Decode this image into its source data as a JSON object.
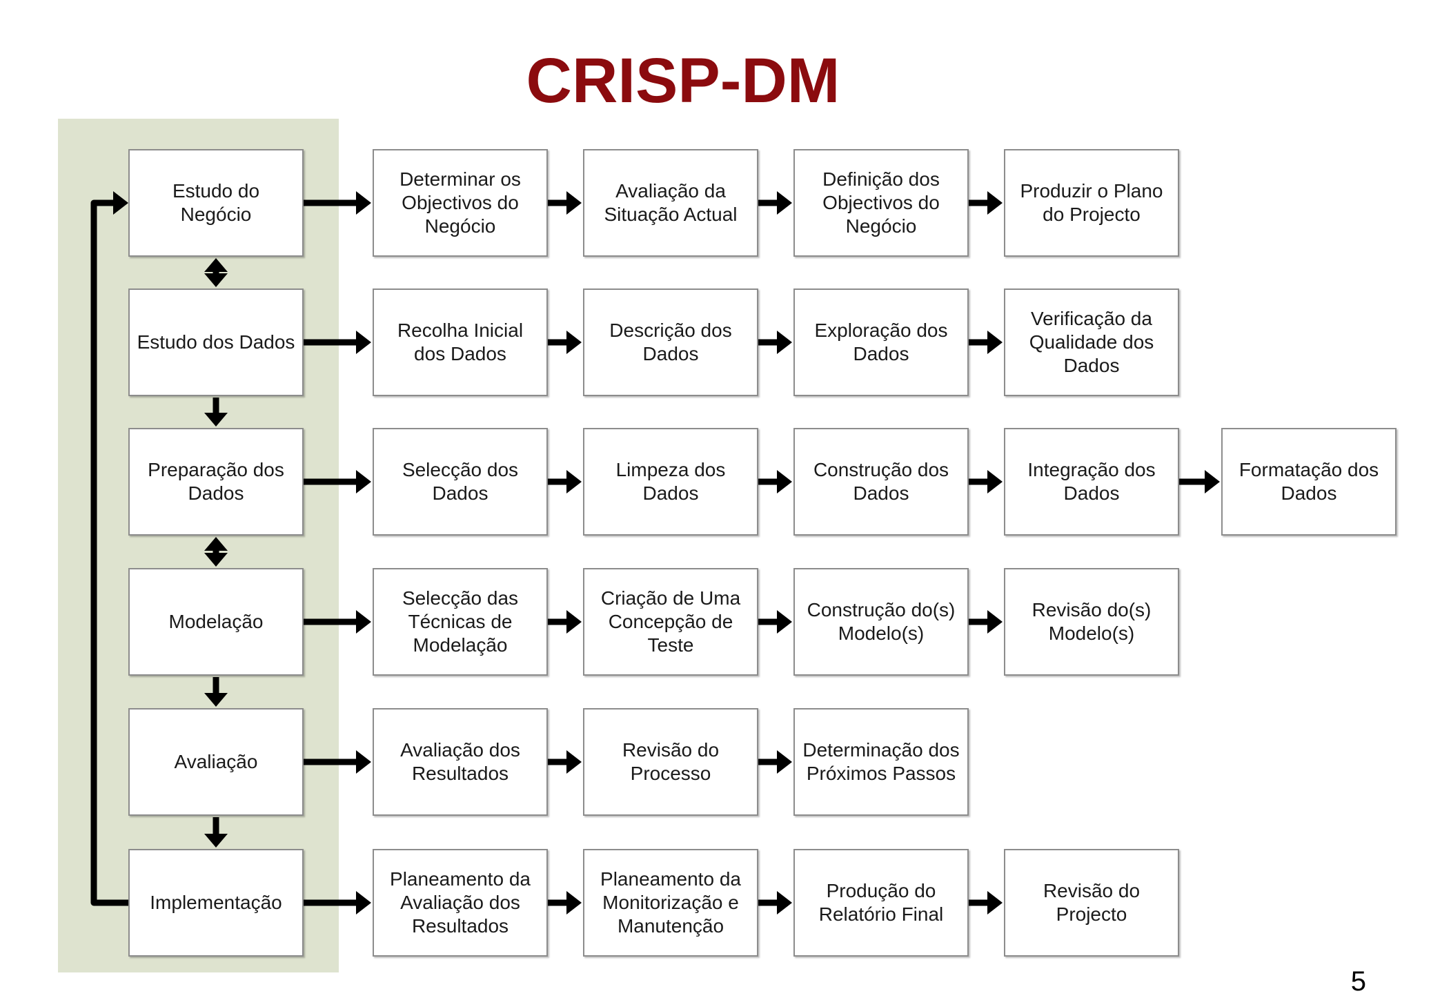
{
  "title": "CRISP-DM",
  "page_number": "5",
  "colors": {
    "title": "#8b0b0e",
    "phase_panel": "#dee3cf",
    "arrows": "#000000",
    "box_border": "#8c8c8c"
  },
  "phases": [
    {
      "label": "Estudo do\nNegócio",
      "tasks": [
        "Determinar os\nObjectivos do\nNegócio",
        "Avaliação da\nSituação Actual",
        "Definição dos\nObjectivos do\nNegócio",
        "Produzir o Plano\ndo Projecto"
      ]
    },
    {
      "label": "Estudo dos Dados",
      "tasks": [
        "Recolha Inicial\ndos Dados",
        "Descrição dos\nDados",
        "Exploração dos\nDados",
        "Verificação da\nQualidade dos\nDados"
      ]
    },
    {
      "label": "Preparação dos\nDados",
      "tasks": [
        "Selecção dos\nDados",
        "Limpeza dos\nDados",
        "Construção dos\nDados",
        "Integração dos\nDados",
        "Formatação dos\nDados"
      ]
    },
    {
      "label": "Modelação",
      "tasks": [
        "Selecção das\nTécnicas de\nModelação",
        "Criação de Uma\nConcepção de\nTeste",
        "Construção do(s)\nModelo(s)",
        "Revisão do(s)\nModelo(s)"
      ]
    },
    {
      "label": "Avaliação",
      "tasks": [
        "Avaliação dos\nResultados",
        "Revisão do\nProcesso",
        "Determinação dos\nPróximos Passos"
      ]
    },
    {
      "label": "Implementação",
      "tasks": [
        "Planeamento da\nAvaliação dos\nResultados",
        "Planeamento da\nMonitorização e\nManutenção",
        "Produção do\nRelatório Final",
        "Revisão do\nProjecto"
      ]
    }
  ],
  "phase_links": [
    "both",
    "down",
    "both",
    "down",
    "down"
  ],
  "feedback_loop": {
    "from": 5,
    "to": 0
  }
}
